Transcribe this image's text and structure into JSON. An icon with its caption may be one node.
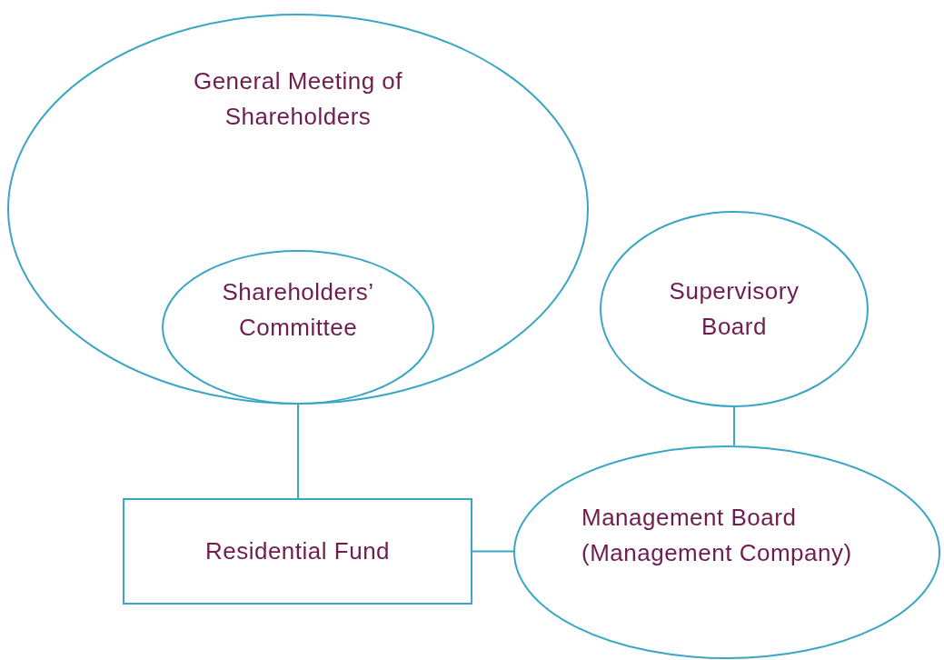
{
  "diagram": {
    "nodes": [
      {
        "text": [
          "General Meeting of Shareholders"
        ]
      },
      {
        "text": [
          "Shareholders’ Committee"
        ],
        "in": 0
      },
      {
        "text": [
          "Supervisory Board"
        ]
      },
      {
        "text": [
          "Residential Fund"
        ]
      },
      {
        "text": [
          "Management Board (Management Company)"
        ]
      }
    ],
    "edges": [
      {
        "from": 1,
        "to": 3,
        "arrow": "none"
      },
      {
        "from": 2,
        "to": 4,
        "arrow": "none"
      },
      {
        "from": 3,
        "to": 4,
        "arrow": "none"
      }
    ]
  }
}
